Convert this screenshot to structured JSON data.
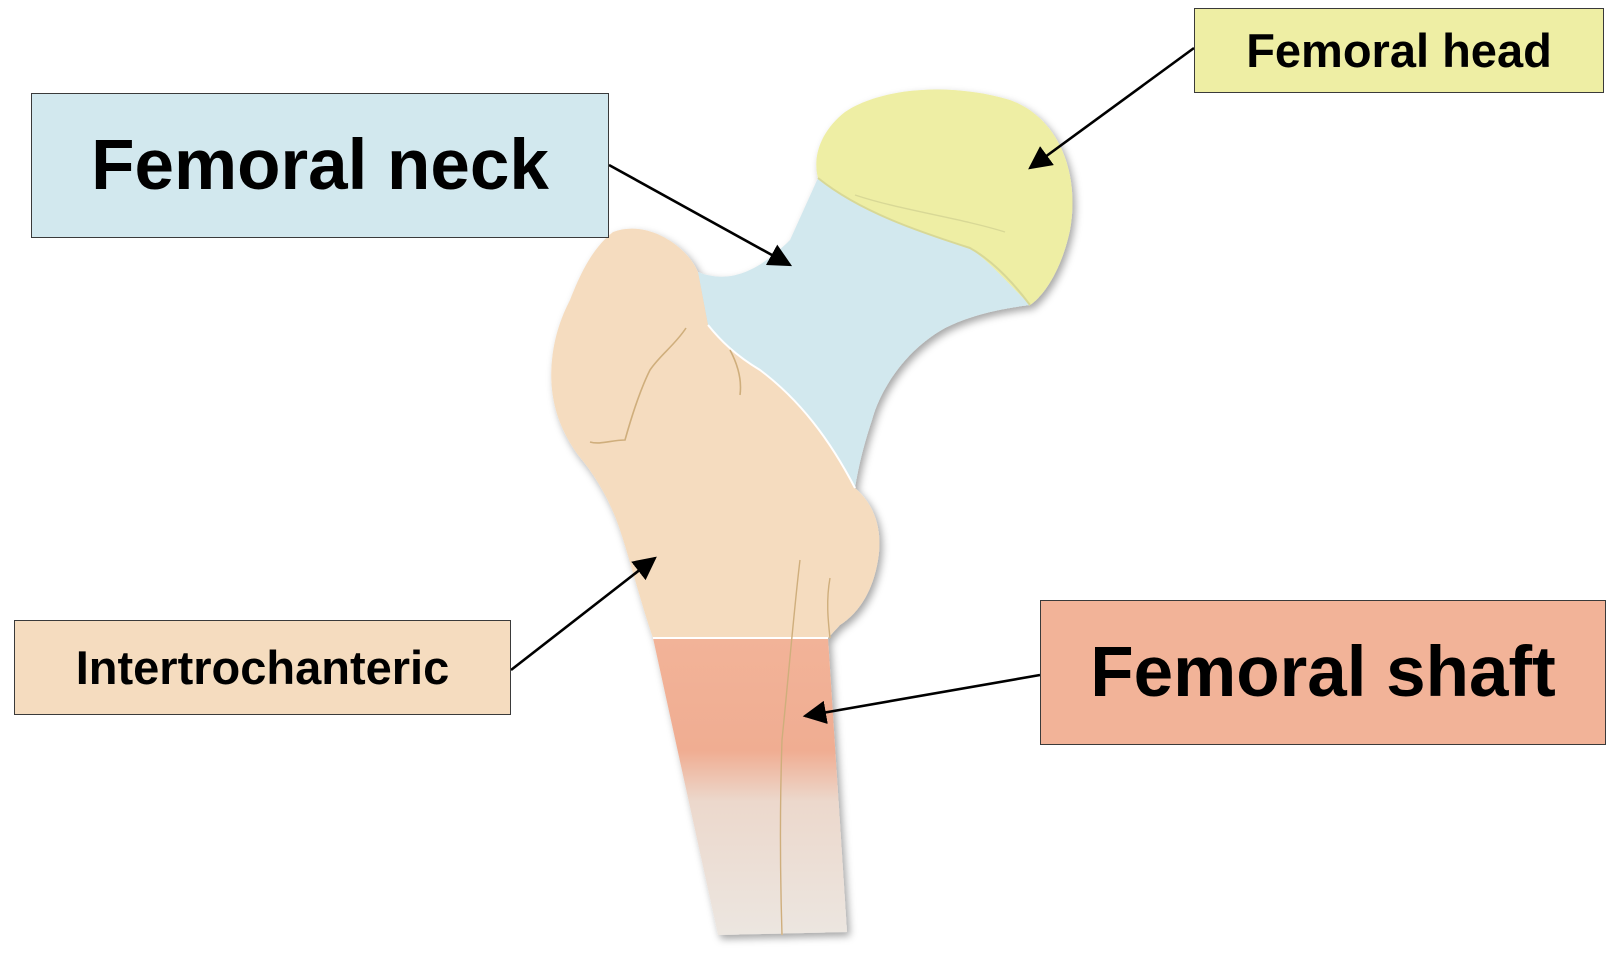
{
  "labels": {
    "femoral_head": "Femoral head",
    "femoral_neck": "Femoral neck",
    "intertrochanteric": "Intertrochanteric",
    "femoral_shaft": "Femoral shaft"
  },
  "colors": {
    "head": "#eeeea4",
    "neck": "#d2e8ee",
    "intertrochanteric": "#f5dcbf",
    "shaft": "#f2b398",
    "shaft_fade": "#ece6e0",
    "outline": "#cfae7c",
    "arrow": "#000000",
    "box_border": "#3a3a3a"
  },
  "icons": {
    "arrows": "arrow-icon"
  }
}
